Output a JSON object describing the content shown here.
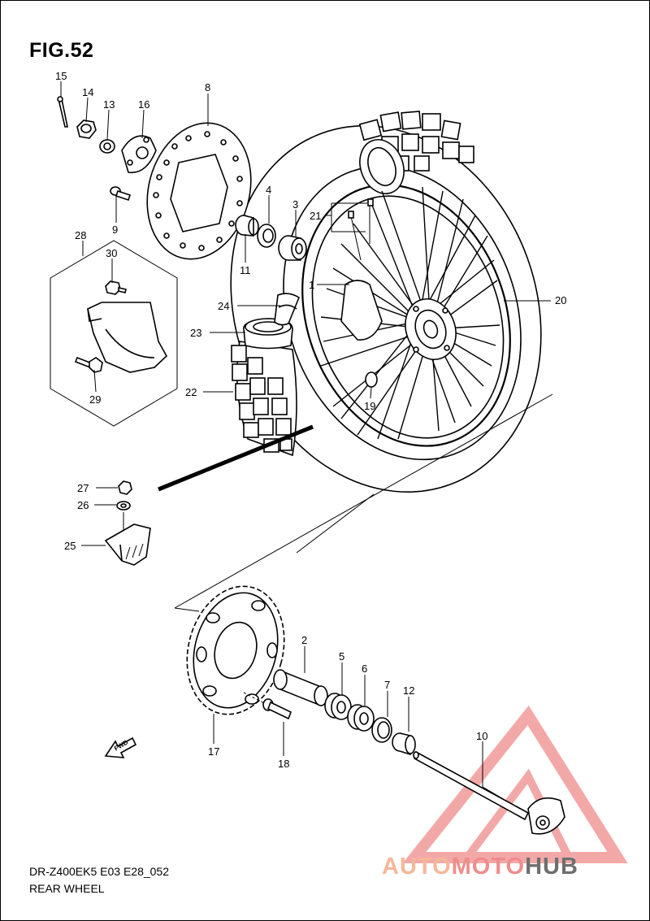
{
  "figure": {
    "title": "FIG.52",
    "model_code": "DR-Z400EK5 E03 E28_052",
    "section_name": "REAR WHEEL"
  },
  "callouts": [
    {
      "id": "c1",
      "label": "1"
    },
    {
      "id": "c2",
      "label": "2"
    },
    {
      "id": "c3",
      "label": "3"
    },
    {
      "id": "c4",
      "label": "4"
    },
    {
      "id": "c5",
      "label": "5"
    },
    {
      "id": "c6",
      "label": "6"
    },
    {
      "id": "c7",
      "label": "7"
    },
    {
      "id": "c8",
      "label": "8"
    },
    {
      "id": "c9",
      "label": "9"
    },
    {
      "id": "c10",
      "label": "10"
    },
    {
      "id": "c11",
      "label": "11"
    },
    {
      "id": "c12",
      "label": "12"
    },
    {
      "id": "c13",
      "label": "13"
    },
    {
      "id": "c14",
      "label": "14"
    },
    {
      "id": "c15",
      "label": "15"
    },
    {
      "id": "c16",
      "label": "16"
    },
    {
      "id": "c17",
      "label": "17"
    },
    {
      "id": "c18",
      "label": "18"
    },
    {
      "id": "c19",
      "label": "19"
    },
    {
      "id": "c20",
      "label": "20"
    },
    {
      "id": "c21",
      "label": "21"
    },
    {
      "id": "c22",
      "label": "22"
    },
    {
      "id": "c23",
      "label": "23"
    },
    {
      "id": "c24",
      "label": "24"
    },
    {
      "id": "c25",
      "label": "25"
    },
    {
      "id": "c26",
      "label": "26"
    },
    {
      "id": "c27",
      "label": "27"
    },
    {
      "id": "c28",
      "label": "28"
    },
    {
      "id": "c29",
      "label": "29"
    },
    {
      "id": "c30",
      "label": "30"
    }
  ],
  "direction_arrow": {
    "label": "FWD"
  },
  "watermark": {
    "part1": "AUTO",
    "part2": "MOTO",
    "part3": "HUB",
    "colors": {
      "auto": "#f5b79a",
      "moto": "#f08c8c",
      "hub": "#6f6f6f",
      "logo": "#f08c8c"
    }
  }
}
